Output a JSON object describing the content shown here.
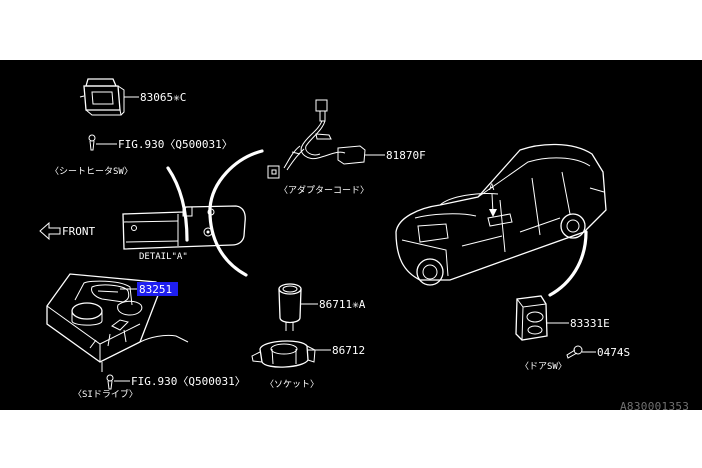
{
  "labels": {
    "seat_heater_switch_part": "83065✳C",
    "seat_heater_switch_fig": "FIG.930〈Q500031〉",
    "seat_heater_switch_name": "〈シートヒータSW〉",
    "front": "FRONT",
    "detail": "DETAIL\"A\"",
    "si_drive_part": "83251",
    "si_drive_fig": "FIG.930〈Q500031〉",
    "si_drive_name": "〈SIドライブ〉",
    "adapter_cord_part": "81870F",
    "adapter_cord_name": "〈アダプターコード〉",
    "socket_cap_part": "86711✳A",
    "socket_part": "86712",
    "socket_name": "〈ソケット〉",
    "car_ref": "A",
    "door_switch_part": "83331E",
    "door_screw_part": "0474S",
    "door_switch_name": "〈ドアSW〉"
  },
  "diagram_code": "A830001353",
  "highlight_color": "#1e1ef0"
}
